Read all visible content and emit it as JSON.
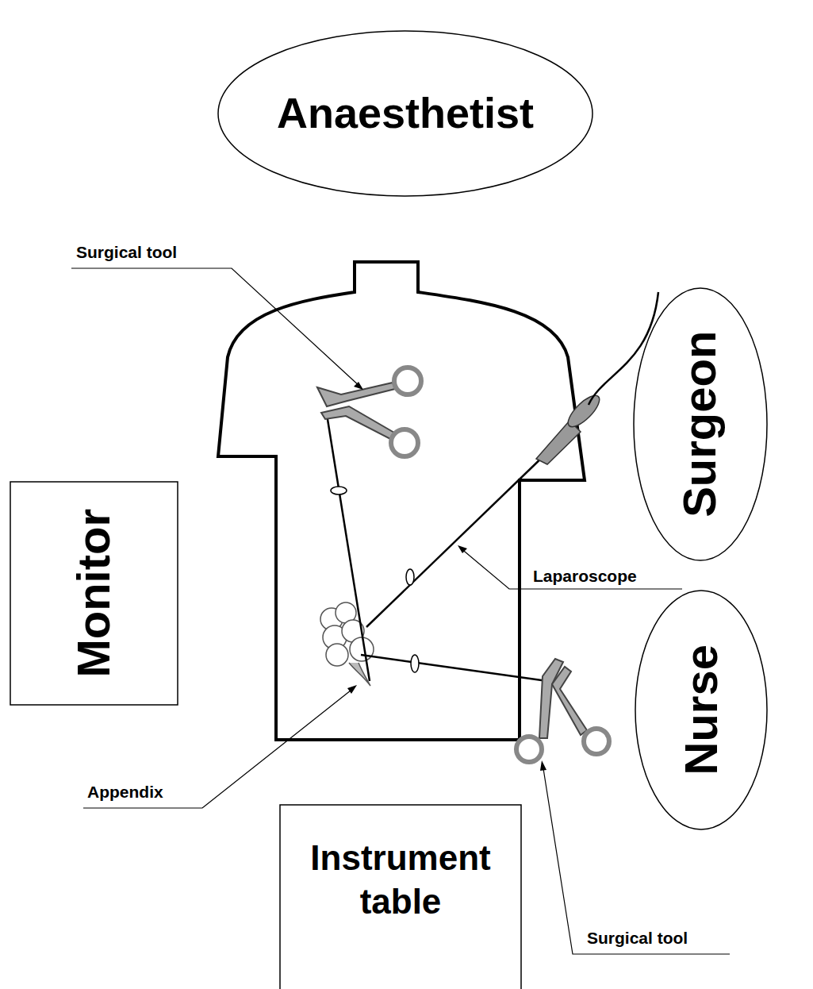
{
  "diagram": {
    "nodes": [
      {
        "text": [
          "Anaesthetist"
        ]
      },
      {
        "text": [
          "Surgeon"
        ]
      },
      {
        "text": [
          "Monitor"
        ]
      },
      {
        "text": [
          "Nurse"
        ]
      },
      {
        "text": [
          "Instrument table"
        ]
      }
    ],
    "labels": [
      "Surgical tool",
      "Laparoscope",
      "Appendix",
      "Surgical tool"
    ]
  }
}
